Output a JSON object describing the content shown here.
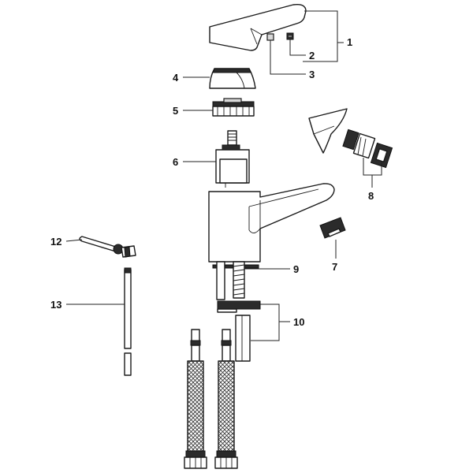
{
  "callouts": [
    {
      "id": "1",
      "label": "1"
    },
    {
      "id": "2",
      "label": "2"
    },
    {
      "id": "3",
      "label": "3"
    },
    {
      "id": "4",
      "label": "4"
    },
    {
      "id": "5",
      "label": "5"
    },
    {
      "id": "6",
      "label": "6"
    },
    {
      "id": "7",
      "label": "7"
    },
    {
      "id": "8",
      "label": "8"
    },
    {
      "id": "9",
      "label": "9"
    },
    {
      "id": "10",
      "label": "10"
    },
    {
      "id": "12",
      "label": "12"
    },
    {
      "id": "13",
      "label": "13"
    }
  ]
}
